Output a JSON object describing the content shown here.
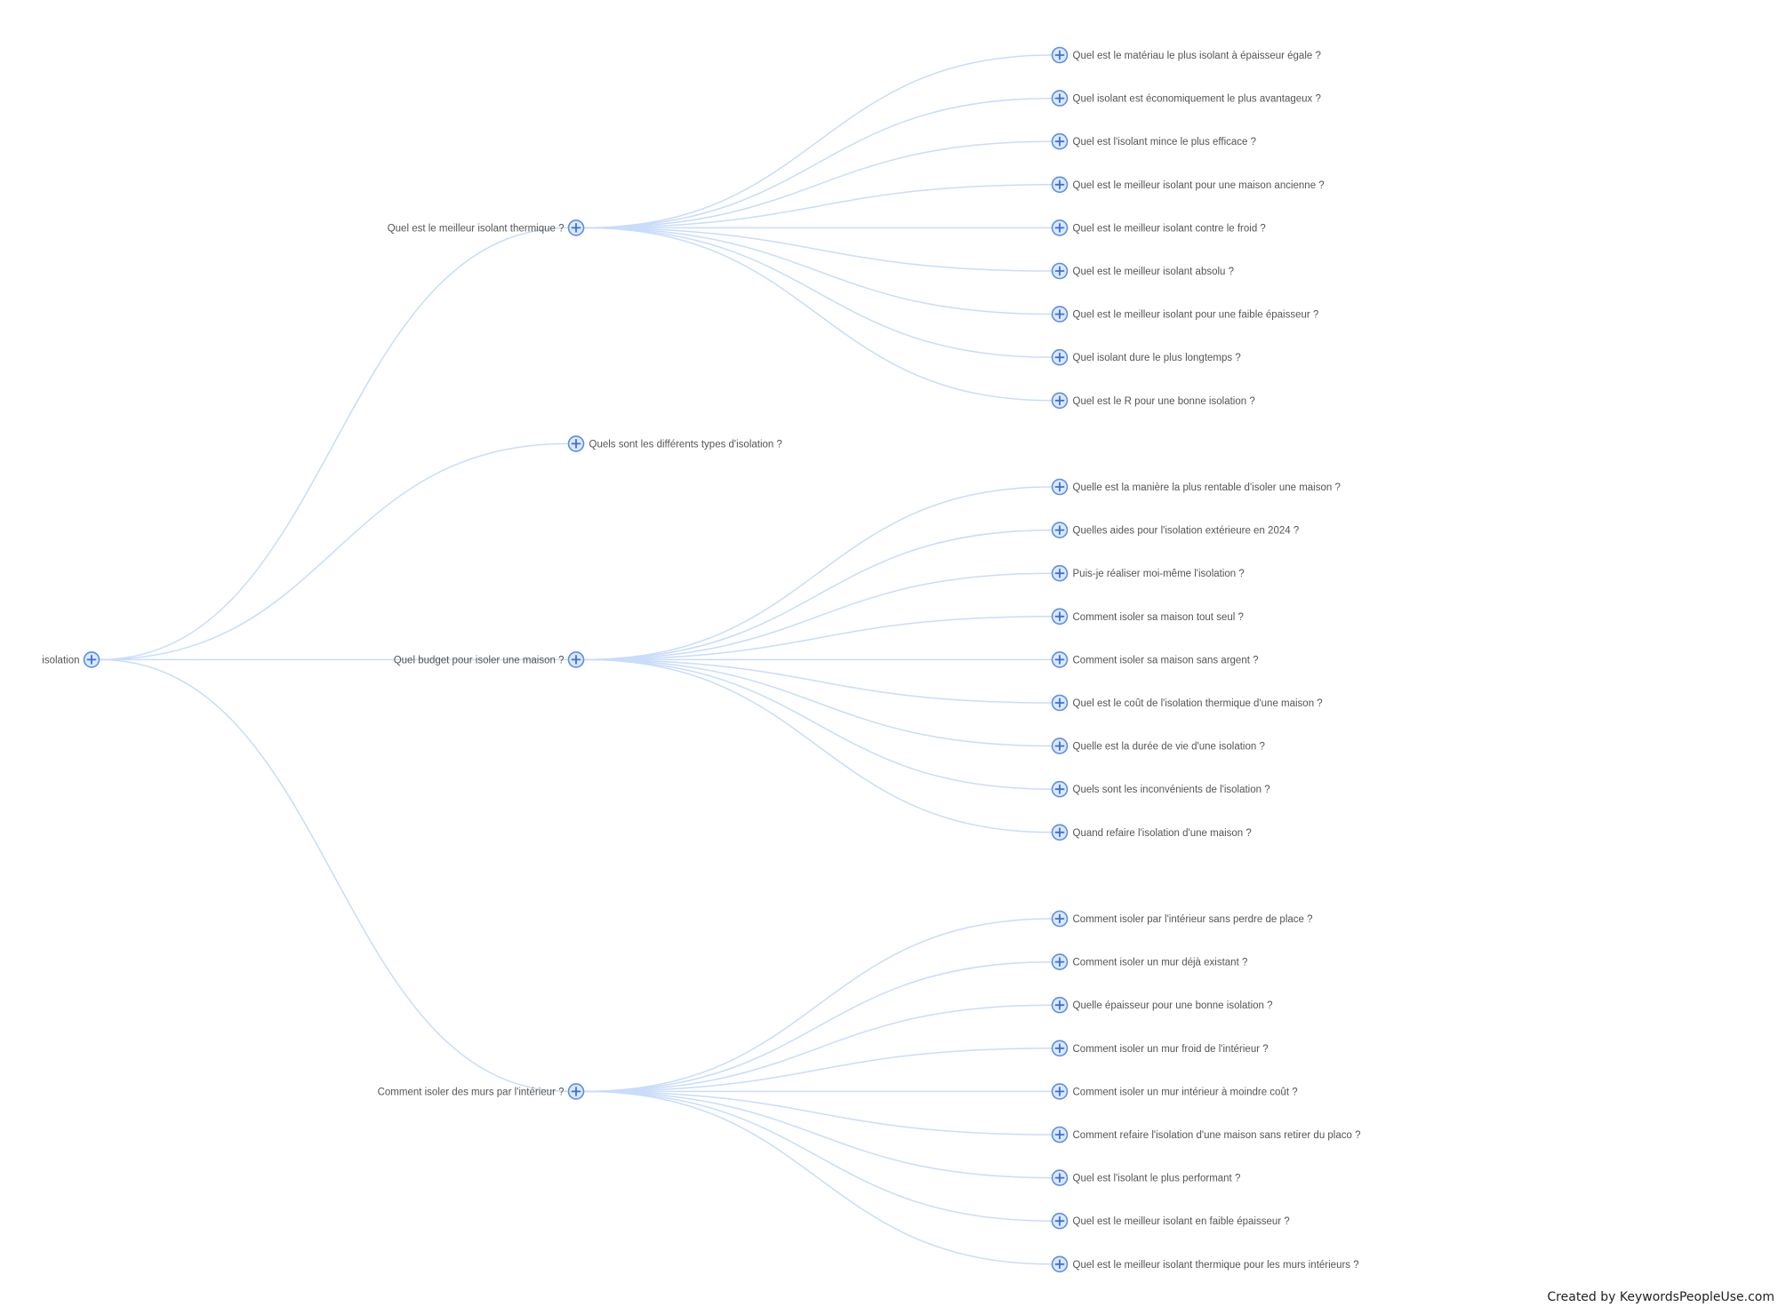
{
  "tree": {
    "root": {
      "label": "isolation",
      "icon": "plus-circle-icon",
      "children": [
        {
          "label": "Quel est le meilleur isolant thermique ?",
          "children": [
            "Quel est le matériau le plus isolant à épaisseur égale ?",
            "Quel isolant est économiquement le plus avantageux ?",
            "Quel est l'isolant mince le plus efficace ?",
            "Quel est le meilleur isolant pour une maison ancienne ?",
            "Quel est le meilleur isolant contre le froid ?",
            "Quel est le meilleur isolant absolu ?",
            "Quel est le meilleur isolant pour une faible épaisseur ?",
            "Quel isolant dure le plus longtemps ?",
            "Quel est le R pour une bonne isolation ?"
          ]
        },
        {
          "label": "Quels sont les différents types d'isolation ?",
          "children": []
        },
        {
          "label": "Quel budget pour isoler une maison ?",
          "children": [
            "Quelle est la manière la plus rentable d'isoler une maison ?",
            "Quelles aides pour l'isolation extérieure en 2024 ?",
            "Puis-je réaliser moi-même l'isolation ?",
            "Comment isoler sa maison tout seul ?",
            "Comment isoler sa maison sans argent ?",
            "Quel est le coût de l'isolation thermique d'une maison ?",
            "Quelle est la durée de vie d'une isolation ?",
            "Quels sont les inconvénients de l'isolation ?",
            "Quand refaire l'isolation d'une maison ?"
          ]
        },
        {
          "label": "Comment isoler des murs par l'intérieur ?",
          "children": [
            "Comment isoler par l'intérieur sans perdre de place ?",
            "Comment isoler un mur déjà existant ?",
            "Quelle épaisseur pour une bonne isolation ?",
            "Comment isoler un mur froid de l'intérieur ?",
            "Comment isoler un mur intérieur à moindre coût ?",
            "Comment refaire l'isolation d'une maison sans retirer du placo ?",
            "Quel est l'isolant le plus performant ?",
            "Quel est le meilleur isolant en faible épaisseur ?",
            "Quel est le meilleur isolant thermique pour les murs intérieurs ?"
          ]
        }
      ]
    }
  },
  "colors": {
    "link": "#c9dcfa",
    "node_fill": "#dbe8fd",
    "node_stroke": "#5b8fea",
    "label_text": "#555555"
  },
  "footer": {
    "credit": "Created by KeywordsPeopleUse.com"
  }
}
